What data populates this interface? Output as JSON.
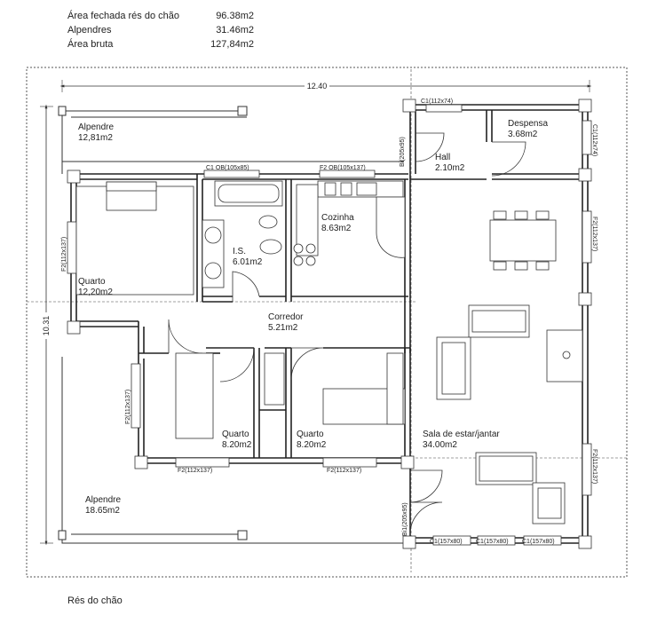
{
  "areas": [
    {
      "label": "Área fechada rés do chão",
      "value": "96.38m2"
    },
    {
      "label": "Alpendres",
      "value": "31.46m2"
    },
    {
      "label": "Área bruta",
      "value": "127,84m2"
    }
  ],
  "caption": "Rés do chão",
  "dims": {
    "width": "12.40",
    "depth": "10.31"
  },
  "rooms": {
    "alpendre_top": {
      "name": "Alpendre",
      "area": "12,81m2"
    },
    "quarto_left": {
      "name": "Quarto",
      "area": "12,20m2"
    },
    "is": {
      "name": "I.S.",
      "area": "6.01m2"
    },
    "cozinha": {
      "name": "Cozinha",
      "area": "8.63m2"
    },
    "hall": {
      "name": "Hall",
      "area": "2.10m2"
    },
    "despensa": {
      "name": "Despensa",
      "area": "3.68m2"
    },
    "corredor": {
      "name": "Corredor",
      "area": "5.21m2"
    },
    "quarto_mid": {
      "name": "Quarto",
      "area": "8.20m2"
    },
    "quarto_right": {
      "name": "Quarto",
      "area": "8.20m2"
    },
    "sala": {
      "name": "Sala de estar/jantar",
      "area": "34.00m2"
    },
    "alpendre_bottom": {
      "name": "Alpendre",
      "area": "18.65m2"
    }
  },
  "openings": {
    "c1_top": "C1(112x74)",
    "c1_ob": "C1 OB(105x85)",
    "f2_ob": "F2 OB(105x137)",
    "bi_top": "Bi(205x95)",
    "c1_right": "C1(112x74)",
    "f2_left_quarto": "F2(112x137)",
    "f2_left_lower": "F2(112x137)",
    "f2_right_sala": "F2(112x137)",
    "f2_right_lower": "F2(112x137)",
    "f2_bottom_mid": "F2(112x137)",
    "f2_bottom_right": "F2(112x137)",
    "bi_bottom": "Bi1(205x95)",
    "c1_bottom_1": "C1(157x80)",
    "c1_bottom_2": "C1(157x80)",
    "c1_bottom_3": "C1(157x80)"
  }
}
